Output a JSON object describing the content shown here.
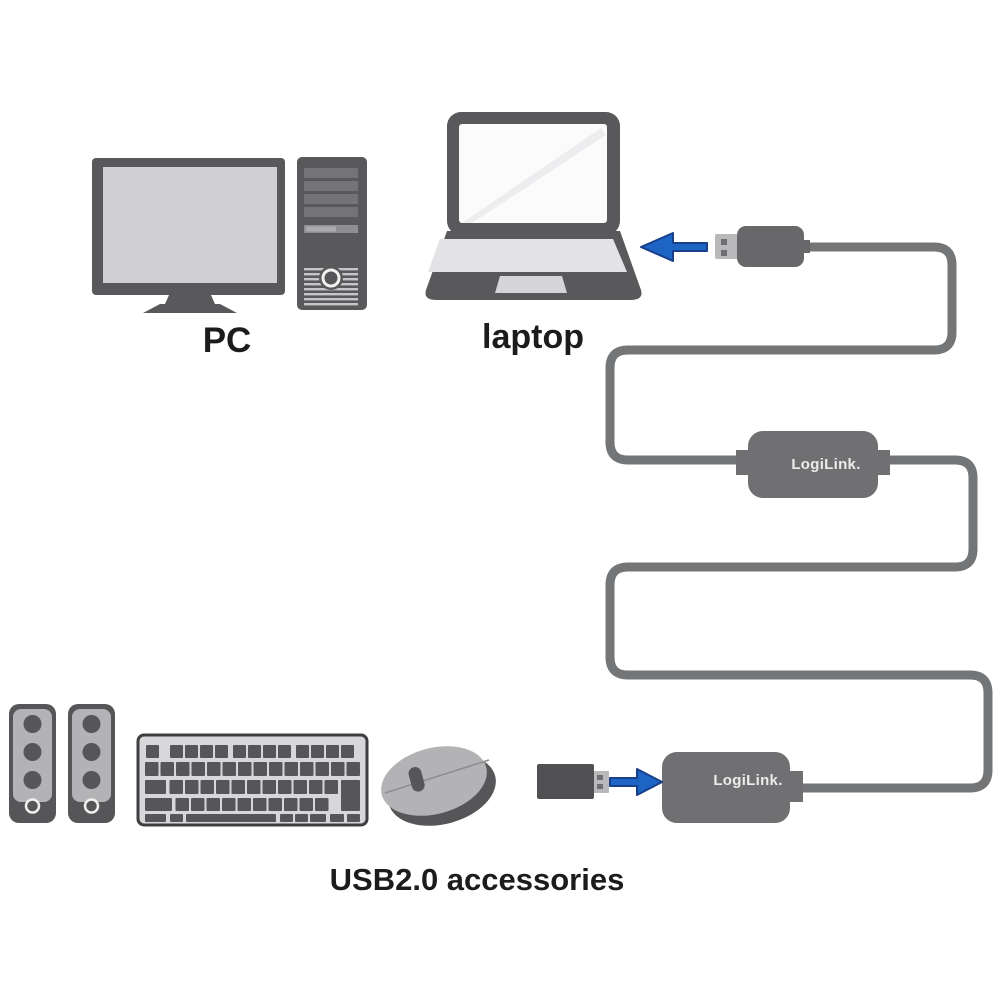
{
  "labels": {
    "pc": "PC",
    "laptop": "laptop",
    "accessories": "USB2.0 accessories"
  },
  "brand": {
    "inline_adapter": "LogiLink.",
    "receptacle": "LogiLink."
  },
  "colors": {
    "background": "#ffffff",
    "device_dark": "#59595b",
    "component_dark": "#565658",
    "dongle_dark": "#515153",
    "panel_light": "#d0d0d2",
    "keyboard_fill": "#d7d7d9",
    "keyboard_border": "#3f3f41",
    "speaker_panel": "#b3b3b5",
    "laptop_deck": "#e3e3e5",
    "touchpad": "#d5d5d7",
    "screen_white": "#fbfbfc",
    "screen_gloss": "#ededef",
    "cable": "#747577",
    "box": "#707072",
    "plug": "#68686a",
    "metal": "#b9b9bb",
    "metal_slot": "#6f6f71",
    "bay": "#747476",
    "bay_light": "#8f8f91",
    "bay_lighter": "#ababad",
    "vent": "#c6c6c8",
    "ring_white": "#f0f0f1",
    "accent_blue": "#1d64c4",
    "accent_blue_dark": "#173f8a",
    "brand_text": "#ececed",
    "label_text": "#1c1c1c",
    "seam": "#8e8e90"
  }
}
